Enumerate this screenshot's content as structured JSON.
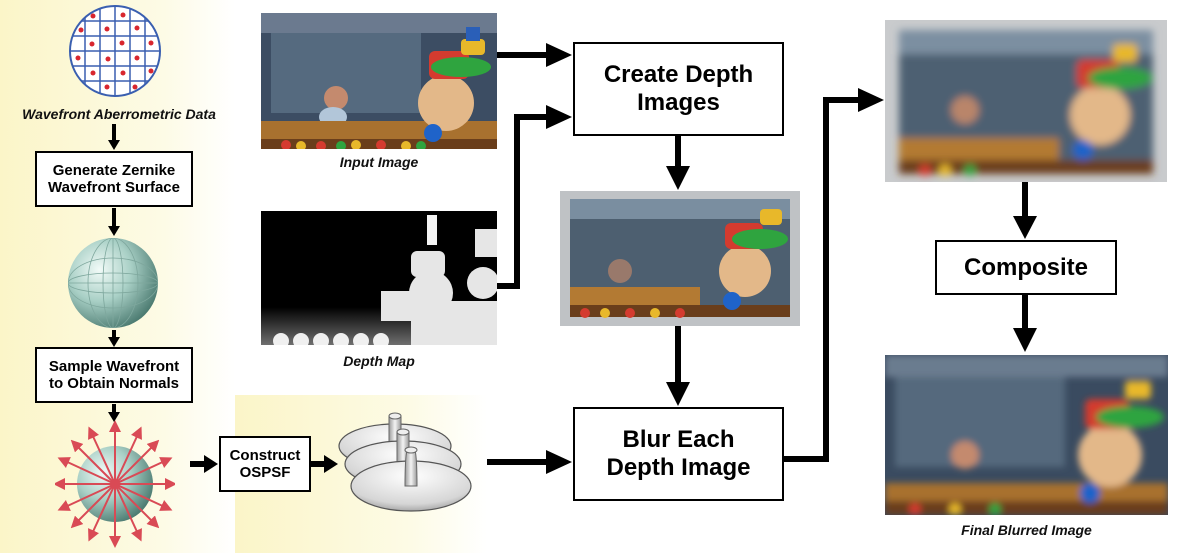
{
  "captions": {
    "wavefront_data": "Wavefront Aberrometric Data",
    "input_image": "Input Image",
    "depth_map": "Depth Map",
    "final_image": "Final Blurred Image"
  },
  "boxes": {
    "zernike": "Generate Zernike\nWavefront Surface",
    "sample": "Sample Wavefront\nto Obtain Normals",
    "ospsf": "Construct\nOSPSF",
    "create_depth": "Create Depth\nImages",
    "blur_each": "Blur Each\nDepth Image",
    "composite": "Composite"
  },
  "colors": {
    "yellow_panel": "#fbf5c8",
    "arrow": "#000000",
    "sphere": "#9fc8c0",
    "normal_arrows": "#d94a55"
  }
}
